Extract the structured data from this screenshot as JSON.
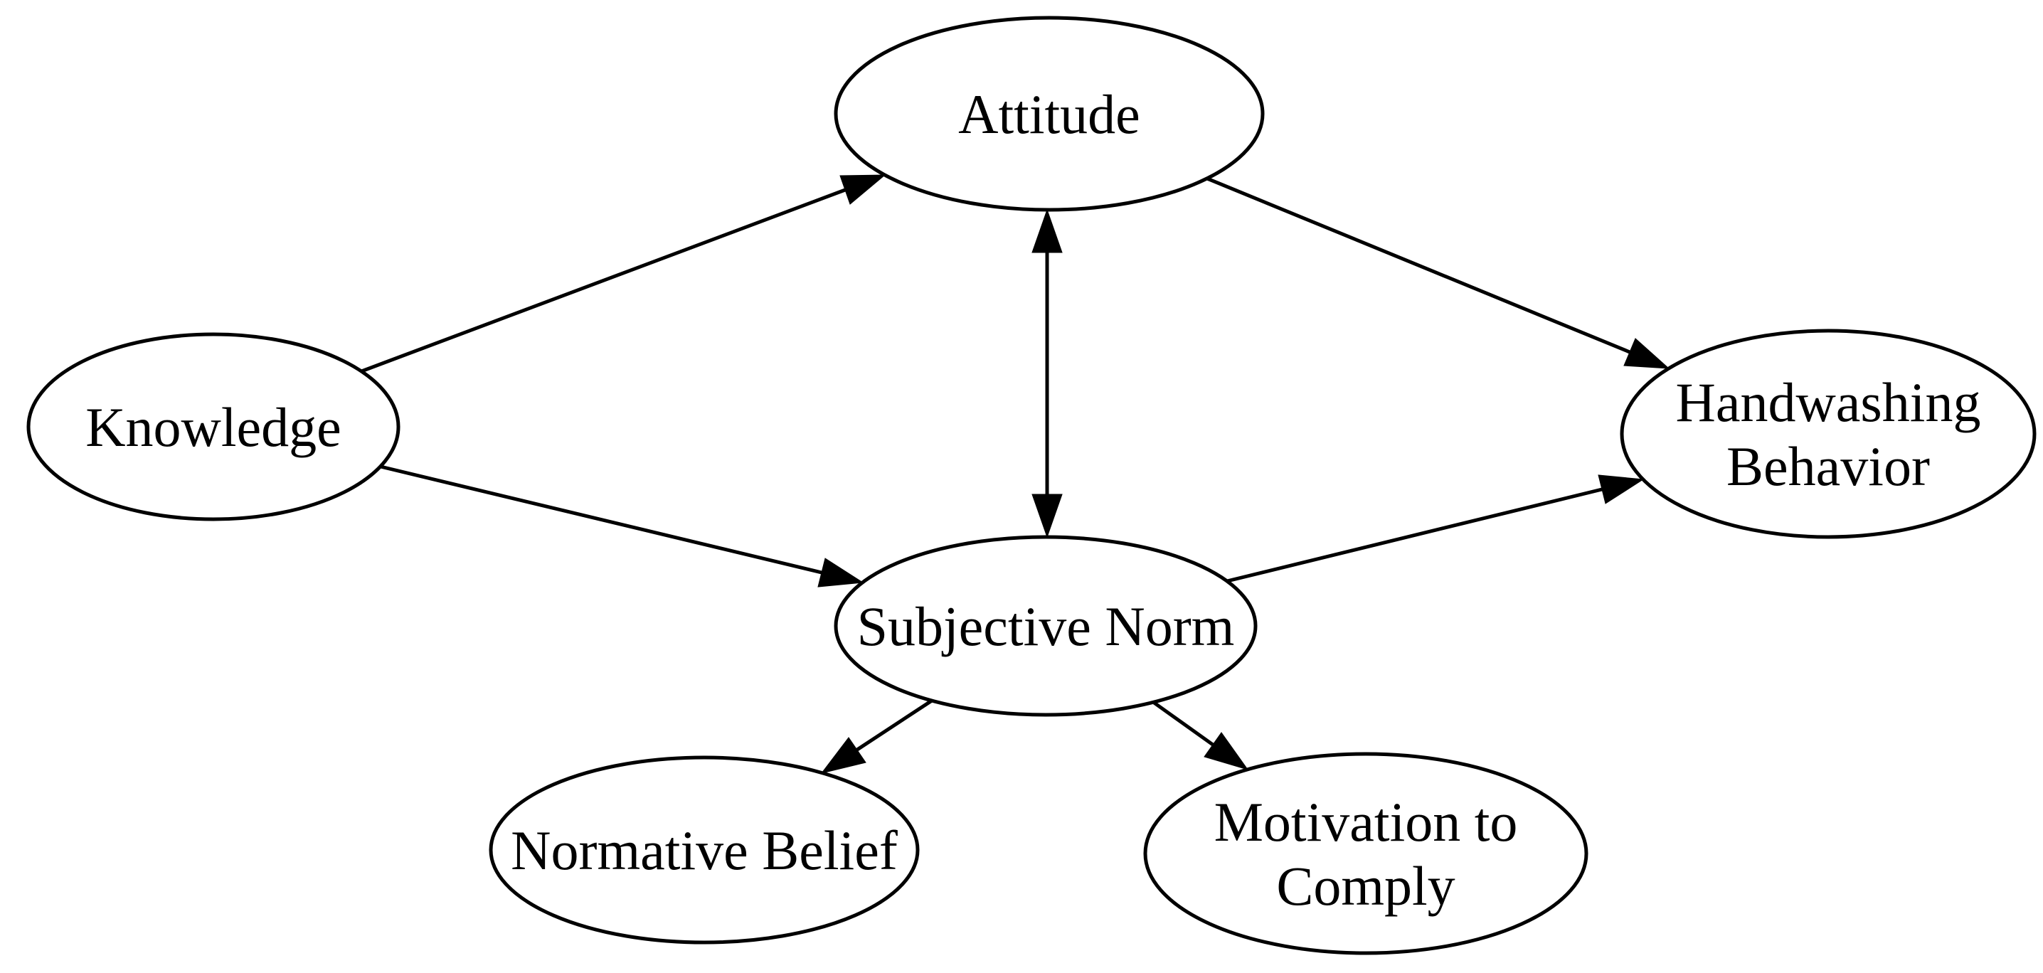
{
  "diagram": {
    "type": "concept-model",
    "colors": {
      "background": "#ffffff",
      "stroke": "#000000",
      "text": "#000000"
    },
    "nodes": {
      "knowledge": {
        "label": "Knowledge"
      },
      "attitude": {
        "label": "Attitude"
      },
      "subjective_norm": {
        "label": "Subjective Norm"
      },
      "handwashing_behavior": {
        "label_line1": "Handwashing",
        "label_line2": "Behavior"
      },
      "normative_belief": {
        "label": "Normative Belief"
      },
      "motivation_to_comply": {
        "label_line1": "Motivation to",
        "label_line2": "Comply"
      }
    },
    "edges": [
      {
        "from": "Knowledge",
        "to": "Attitude",
        "direction": "one-way"
      },
      {
        "from": "Knowledge",
        "to": "Subjective Norm",
        "direction": "one-way"
      },
      {
        "from": "Attitude",
        "to": "Subjective Norm",
        "direction": "two-way"
      },
      {
        "from": "Attitude",
        "to": "Handwashing Behavior",
        "direction": "one-way"
      },
      {
        "from": "Subjective Norm",
        "to": "Handwashing Behavior",
        "direction": "one-way"
      },
      {
        "from": "Subjective Norm",
        "to": "Normative Belief",
        "direction": "one-way"
      },
      {
        "from": "Subjective Norm",
        "to": "Motivation to Comply",
        "direction": "one-way"
      }
    ]
  }
}
